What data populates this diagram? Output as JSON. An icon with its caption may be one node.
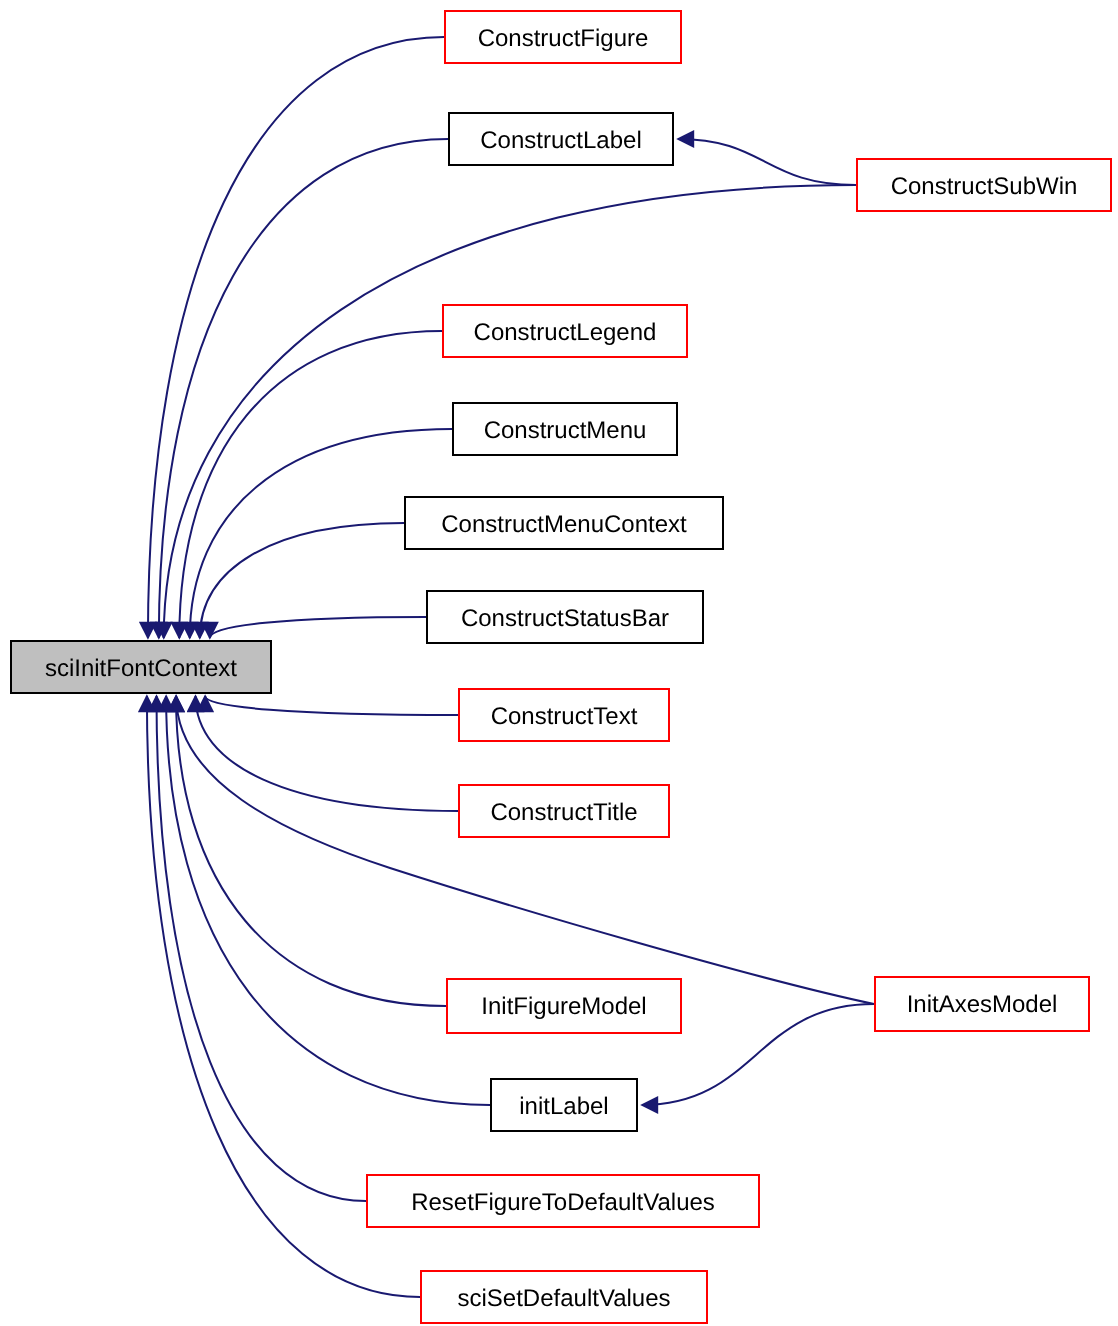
{
  "diagram": {
    "nodes": [
      {
        "text": [
          "sciInitFontContext"
        ]
      },
      {
        "text": [
          "ConstructFigure"
        ]
      },
      {
        "text": [
          "ConstructLabel"
        ]
      },
      {
        "text": [
          "ConstructSubWin"
        ]
      },
      {
        "text": [
          "ConstructLegend"
        ]
      },
      {
        "text": [
          "ConstructMenu"
        ]
      },
      {
        "text": [
          "ConstructMenuContext"
        ]
      },
      {
        "text": [
          "ConstructStatusBar"
        ]
      },
      {
        "text": [
          "ConstructText"
        ]
      },
      {
        "text": [
          "ConstructTitle"
        ]
      },
      {
        "text": [
          "InitAxesModel"
        ]
      },
      {
        "text": [
          "InitFigureModel"
        ]
      },
      {
        "text": [
          "initLabel"
        ]
      },
      {
        "text": [
          "ResetFigureToDefaultValues"
        ]
      },
      {
        "text": [
          "sciSetDefaultValues"
        ]
      }
    ],
    "edges": [
      {
        "from": 1,
        "to": 0,
        "arrow": "to"
      },
      {
        "from": 2,
        "to": 0,
        "arrow": "to"
      },
      {
        "from": 3,
        "to": 2,
        "arrow": "to"
      },
      {
        "from": 3,
        "to": 0,
        "arrow": "to"
      },
      {
        "from": 4,
        "to": 0,
        "arrow": "to"
      },
      {
        "from": 5,
        "to": 0,
        "arrow": "to"
      },
      {
        "from": 6,
        "to": 0,
        "arrow": "to"
      },
      {
        "from": 7,
        "to": 0,
        "arrow": "to"
      },
      {
        "from": 8,
        "to": 0,
        "arrow": "to"
      },
      {
        "from": 9,
        "to": 0,
        "arrow": "to"
      },
      {
        "from": 10,
        "to": 0,
        "arrow": "to"
      },
      {
        "from": 11,
        "to": 0,
        "arrow": "to"
      },
      {
        "from": 10,
        "to": 12,
        "arrow": "to"
      },
      {
        "from": 12,
        "to": 0,
        "arrow": "to"
      },
      {
        "from": 13,
        "to": 0,
        "arrow": "to"
      },
      {
        "from": 14,
        "to": 0,
        "arrow": "to"
      }
    ]
  }
}
